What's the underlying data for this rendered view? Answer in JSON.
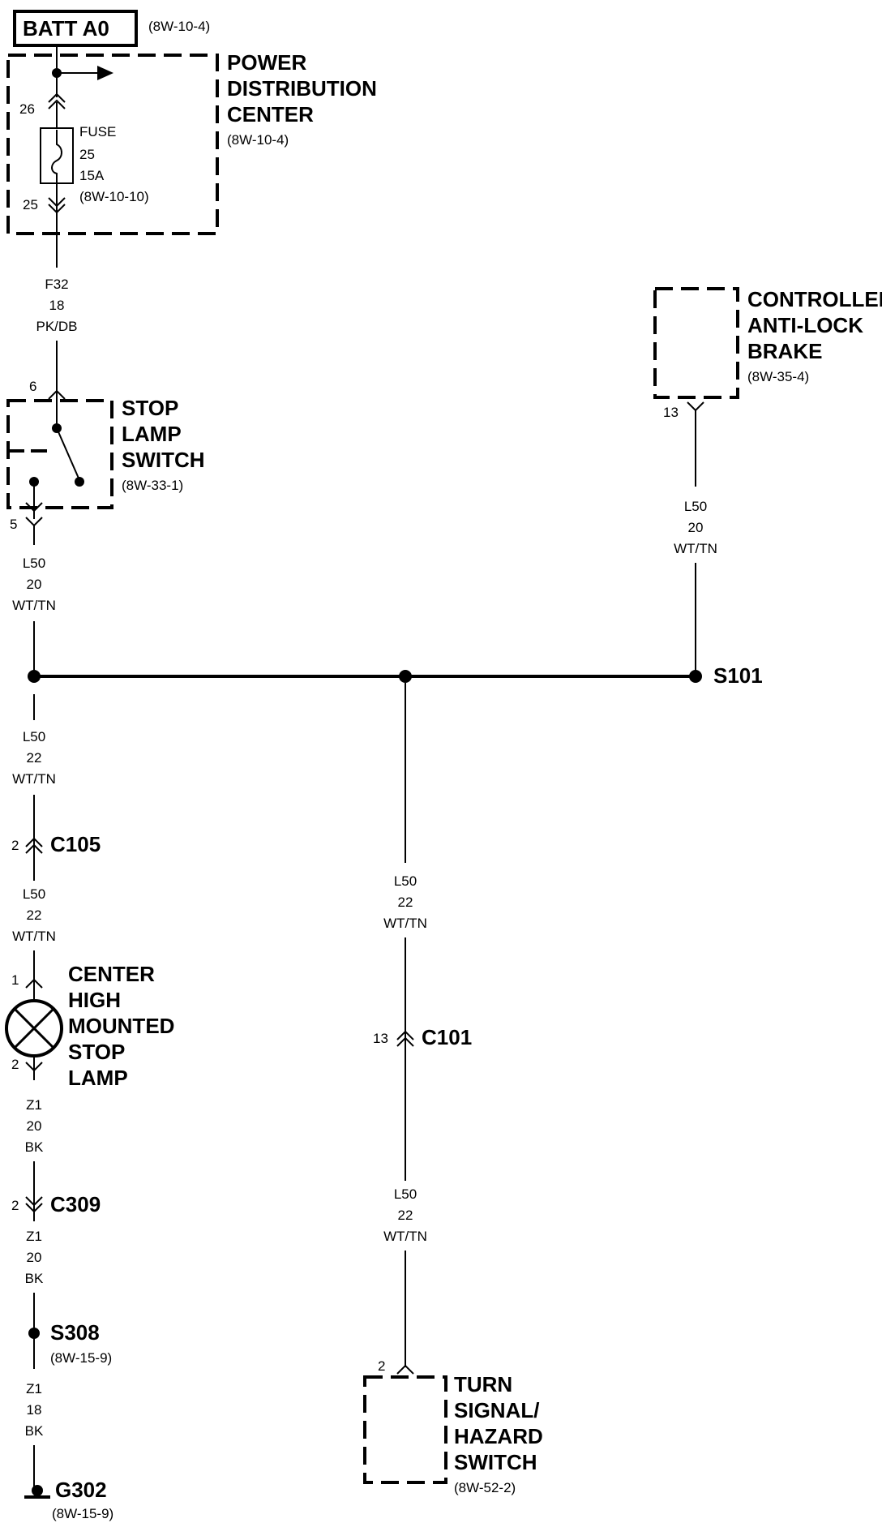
{
  "batt": {
    "label": "BATT A0",
    "ref": "(8W-10-4)"
  },
  "pdc": {
    "line1": "POWER",
    "line2": "DISTRIBUTION",
    "line3": "CENTER",
    "ref": "(8W-10-4)",
    "pin_in": "26",
    "pin_out": "25",
    "fuse": {
      "label": "FUSE",
      "number": "25",
      "rating": "15A",
      "ref": "(8W-10-10)"
    }
  },
  "wire_f32": {
    "circuit": "F32",
    "gauge": "18",
    "color": "PK/DB"
  },
  "stop_switch": {
    "line1": "STOP",
    "line2": "LAMP",
    "line3": "SWITCH",
    "ref": "(8W-33-1)",
    "pin_in": "6",
    "pin_out": "5"
  },
  "wire_sw_out": {
    "circuit": "L50",
    "gauge": "20",
    "color": "WT/TN"
  },
  "abs": {
    "line1": "CONTROLLER",
    "line2": "ANTI-LOCK",
    "line3": "BRAKE",
    "ref": "(8W-35-4)",
    "pin": "13"
  },
  "wire_abs": {
    "circuit": "L50",
    "gauge": "20",
    "color": "WT/TN"
  },
  "splice": {
    "label": "S101"
  },
  "wire_left1": {
    "circuit": "L50",
    "gauge": "22",
    "color": "WT/TN"
  },
  "c105": {
    "pin": "2",
    "label": "C105"
  },
  "wire_left2": {
    "circuit": "L50",
    "gauge": "22",
    "color": "WT/TN"
  },
  "chmsl": {
    "line1": "CENTER",
    "line2": "HIGH",
    "line3": "MOUNTED",
    "line4": "STOP",
    "line5": "LAMP",
    "pin_in": "1",
    "pin_out": "2"
  },
  "wire_z1_a": {
    "circuit": "Z1",
    "gauge": "20",
    "color": "BK"
  },
  "c309": {
    "pin": "2",
    "label": "C309"
  },
  "wire_z1_b": {
    "circuit": "Z1",
    "gauge": "20",
    "color": "BK"
  },
  "s308": {
    "label": "S308",
    "ref": "(8W-15-9)"
  },
  "wire_z1_c": {
    "circuit": "Z1",
    "gauge": "18",
    "color": "BK"
  },
  "g302": {
    "label": "G302",
    "ref": "(8W-15-9)"
  },
  "wire_mid1": {
    "circuit": "L50",
    "gauge": "22",
    "color": "WT/TN"
  },
  "c101": {
    "pin": "13",
    "label": "C101"
  },
  "wire_mid2": {
    "circuit": "L50",
    "gauge": "22",
    "color": "WT/TN"
  },
  "turn_switch": {
    "line1": "TURN",
    "line2": "SIGNAL/",
    "line3": "HAZARD",
    "line4": "SWITCH",
    "ref": "(8W-52-2)",
    "pin": "2"
  }
}
